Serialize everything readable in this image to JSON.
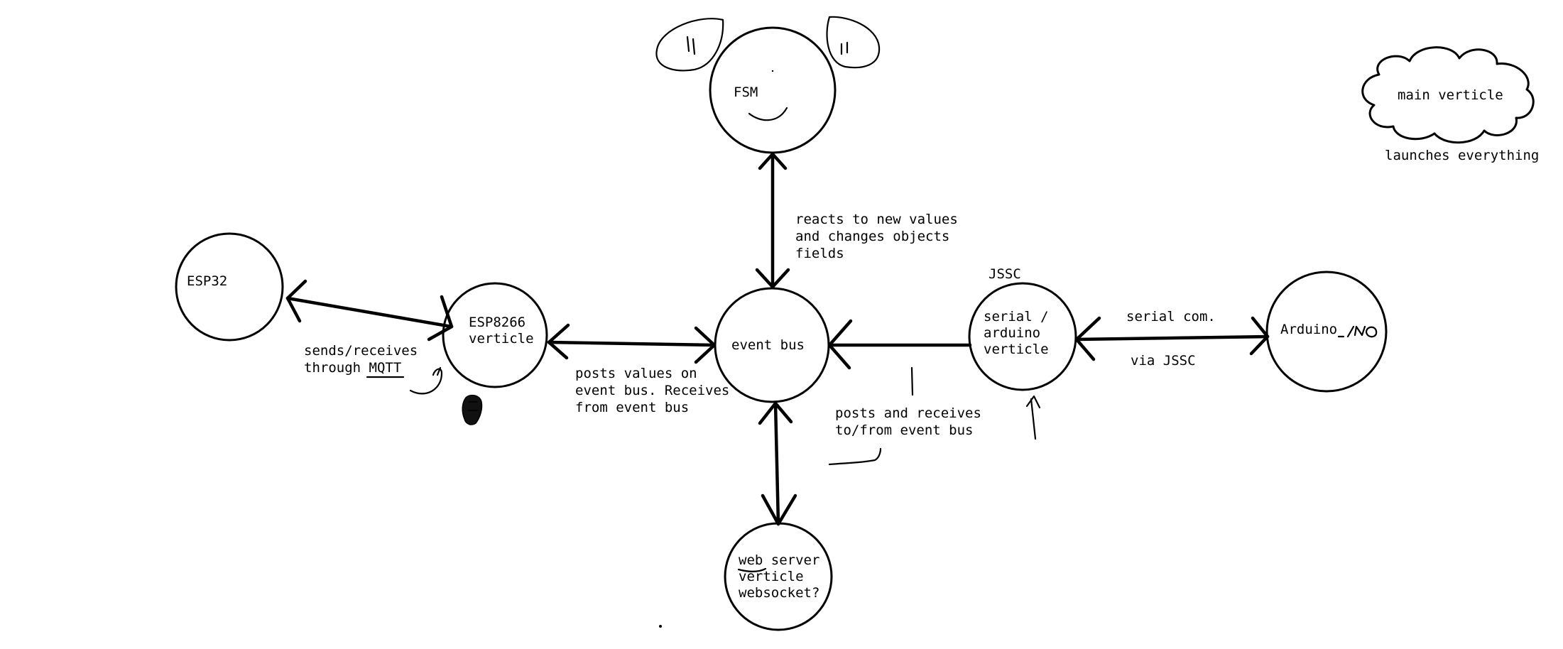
{
  "nodes": {
    "fsm": "FSM",
    "esp32": "ESP32",
    "esp8266": [
      "ESP8266",
      "verticle"
    ],
    "event_bus": "event bus",
    "serial": [
      "serial /",
      "arduino",
      "verticle"
    ],
    "arduino": "Arduino",
    "web_server": [
      "web server",
      "verticle",
      "websocket?"
    ],
    "main": "main verticle"
  },
  "labels": {
    "fsm_edge": [
      "reacts to new values",
      "and changes objects",
      "fields"
    ],
    "mqtt_edge": [
      "sends/receives",
      "through MQTT"
    ],
    "esp8266_bus_edge": [
      "posts values on",
      "event bus. Receives",
      "from event bus"
    ],
    "serial_bus_edge": [
      "posts and receives",
      "to/from event bus"
    ],
    "jssc": "JSSC",
    "serial_com_top": "serial com.",
    "serial_com_bottom": "via JSSC",
    "main_caption": "launches everything"
  },
  "colors": {
    "ink": "#000000",
    "background": "#ffffff"
  }
}
